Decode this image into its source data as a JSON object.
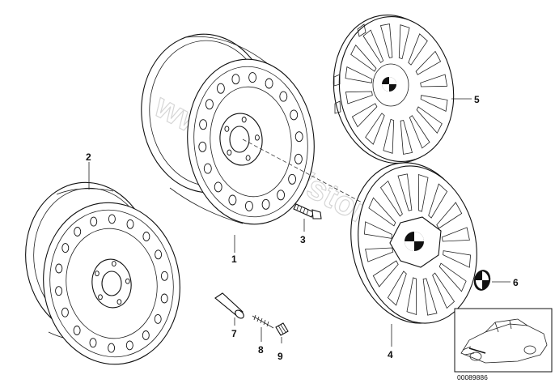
{
  "diagram": {
    "watermark": "www.BMWstore.ru",
    "reference_number": "00089886",
    "callouts": [
      {
        "id": "1",
        "label": "1"
      },
      {
        "id": "2",
        "label": "2"
      },
      {
        "id": "3",
        "label": "3"
      },
      {
        "id": "4",
        "label": "4"
      },
      {
        "id": "5",
        "label": "5"
      },
      {
        "id": "6",
        "label": "6"
      },
      {
        "id": "7",
        "label": "7"
      },
      {
        "id": "8",
        "label": "8"
      },
      {
        "id": "9",
        "label": "9"
      }
    ]
  }
}
